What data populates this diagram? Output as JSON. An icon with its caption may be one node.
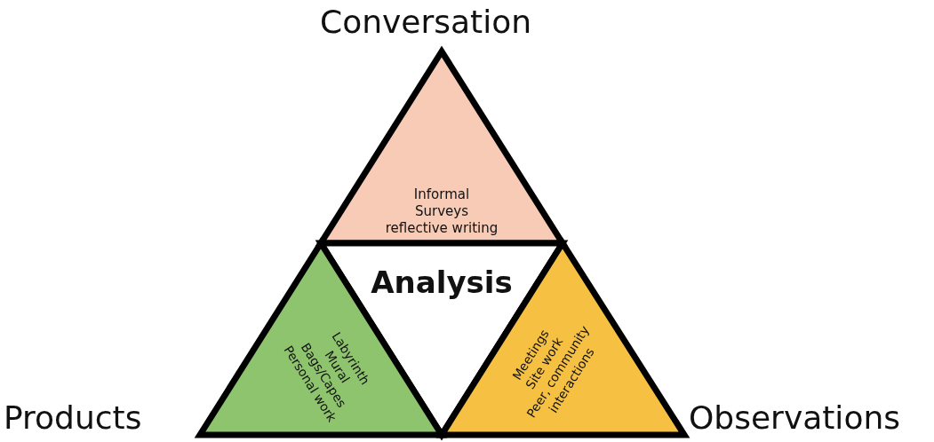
{
  "diagram": {
    "nodes": [
      {
        "text": [
          "Informal",
          "Surveys",
          "reflective writing"
        ]
      },
      {
        "text": [
          "Analysis"
        ]
      },
      {
        "text": [
          "Labyrinth",
          "Mural",
          "Bags/Capes",
          "Personal work"
        ]
      },
      {
        "text": [
          "Meetings",
          "Site work",
          "Peer, community interactions"
        ]
      }
    ],
    "labels": [
      "Conversation",
      "Products",
      "Observations"
    ]
  }
}
